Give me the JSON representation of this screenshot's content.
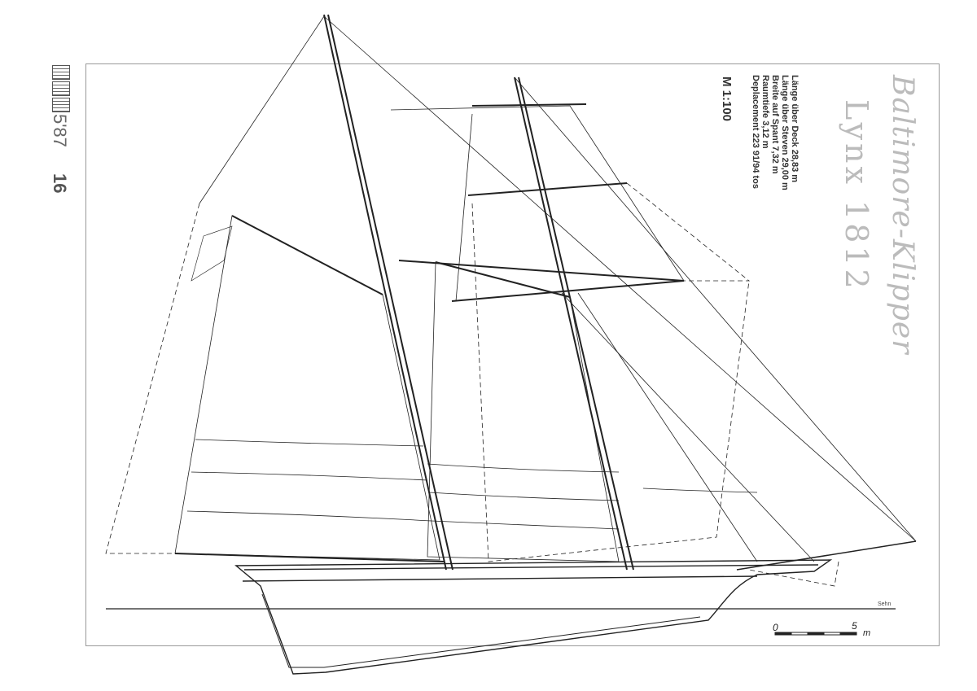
{
  "title": {
    "line1": "Baltimore-Klipper",
    "line2": "Lynx 1812"
  },
  "scale_label": "M 1:100",
  "specs": [
    "Länge über Deck 28,83 m",
    "Länge über Steven 29,00 m",
    "Breite auf Spant 7,32 m",
    "Raumtiefe 3,12 m",
    "Deplacement 223 91/94 tos"
  ],
  "margin": {
    "issue": "5'87",
    "page_number": "16"
  },
  "scale_bar": {
    "start": "0",
    "end": "5",
    "unit": "m"
  },
  "signature": "Sehn"
}
